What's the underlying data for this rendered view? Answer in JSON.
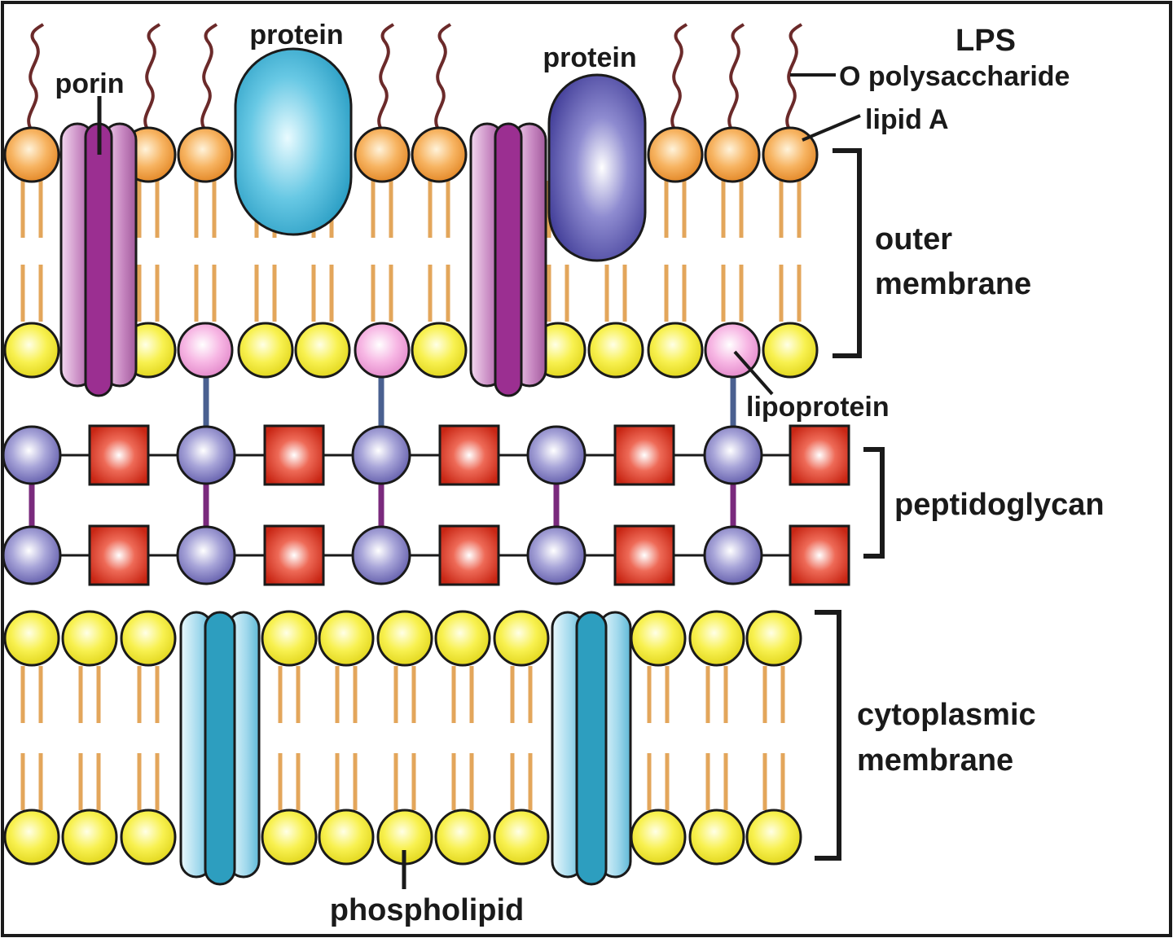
{
  "labels": {
    "lps": "LPS",
    "o_polysaccharide": "O polysaccharide",
    "lipid_a": "lipid A",
    "porin": "porin",
    "protein_1": "protein",
    "protein_2": "protein",
    "outer_membrane_line1": "outer",
    "outer_membrane_line2": "membrane",
    "lipoprotein": "lipoprotein",
    "peptidoglycan": "peptidoglycan",
    "cytoplasmic_membrane_line1": "cytoplasmic",
    "cytoplasmic_membrane_line2": "membrane",
    "phospholipid": "phospholipid"
  },
  "colors": {
    "lps_head": "#f5a54a",
    "lipid_head": "#f7ee3a",
    "lipoprotein_head": "#f4a6df",
    "lipid_tail": "#e3a65b",
    "porin": "#9b2f91",
    "outer_protein": "#56c1df",
    "outer_protein_dark": "#5352a8",
    "glycan_node": "#8a86c9",
    "peptide_block": "#d93524",
    "cytoplasmic_protein": "#2d9ebf",
    "frame": "#1a1a1a"
  }
}
